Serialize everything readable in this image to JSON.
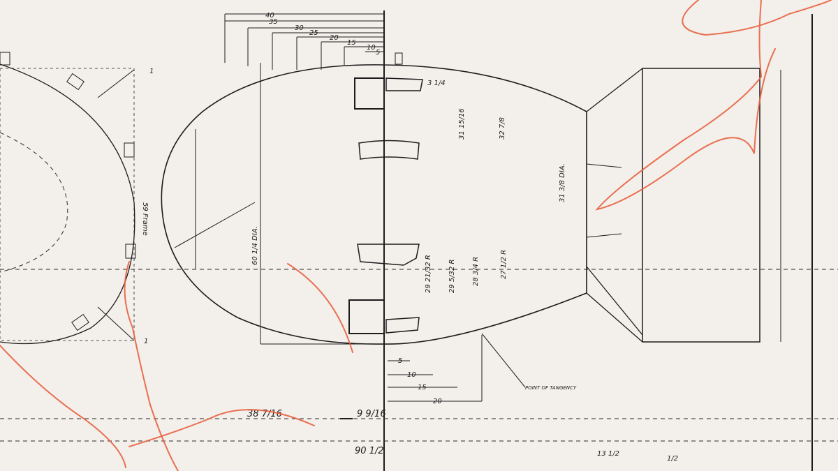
{
  "drawing": {
    "top_dimensions": [
      "40",
      "35",
      "30",
      "25",
      "20",
      "15",
      "10",
      "5"
    ],
    "bottom_dimensions": [
      "5",
      "10",
      "15",
      "20"
    ],
    "labels": {
      "diameter_main": "60 1/4 DIA.",
      "diameter_tail": "31 3/8 DIA.",
      "left_note": "59 Frame",
      "tangency_note": "POINT OF TANGENCY",
      "dim_38": "38 7/16",
      "dim_9": "9 9/16",
      "dim_90": "90 1/2",
      "dim_13": "13 1/2",
      "dim_31": "31 15/16",
      "dim_32": "32 7/8",
      "dim_3": "3 1/4",
      "dim_29a": "29 21/32 R",
      "dim_29b": "29 5/32 R",
      "dim_28": "28 3/4 R",
      "dim_27": "27 1/2 R",
      "side_mark": "1",
      "corner_mark": "1/2"
    },
    "colors": {
      "paper": "#f3efeb",
      "ink": "#1c1c1c",
      "annotation": "#e8603f"
    }
  }
}
